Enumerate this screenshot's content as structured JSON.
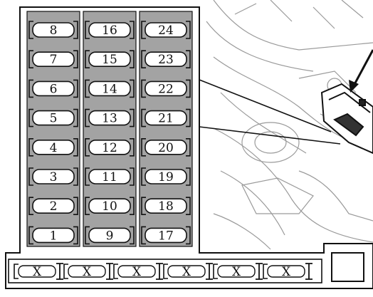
{
  "diagram": {
    "columns": [
      {
        "fuses": [
          "8",
          "7",
          "6",
          "5",
          "4",
          "3",
          "2",
          "1"
        ]
      },
      {
        "fuses": [
          "16",
          "15",
          "14",
          "13",
          "12",
          "11",
          "10",
          "9"
        ]
      },
      {
        "fuses": [
          "24",
          "23",
          "22",
          "21",
          "20",
          "19",
          "18",
          "17"
        ]
      }
    ],
    "relays": [
      "X",
      "X",
      "X",
      "X",
      "X",
      "X"
    ],
    "colors": {
      "fuse_column_fill": "#a3a3a3",
      "line": "#111111",
      "background": "#ffffff",
      "engine_sketch": "#9a9a9a"
    }
  }
}
